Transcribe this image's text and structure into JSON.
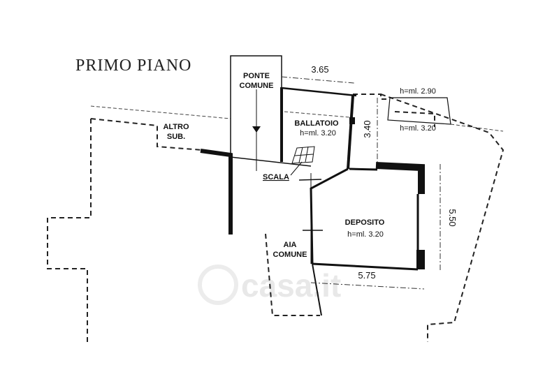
{
  "title": "PRIMO PIANO",
  "rooms": {
    "ponte_comune": [
      "PONTE",
      "COMUNE"
    ],
    "altro_sub": [
      "ALTRO",
      "SUB."
    ],
    "ballatoio": {
      "name": "BALLATOIO",
      "height": "h=ml.  3.20"
    },
    "scala": "SCALA",
    "deposito": {
      "name": "DEPOSITO",
      "height": "h=ml.  3.20"
    },
    "aia_comune": [
      "AIA",
      "COMUNE"
    ]
  },
  "heights": {
    "upper": "h=ml.  2.90",
    "lower": "h=ml.  3.20"
  },
  "dimensions": {
    "d1": "3.65",
    "d2": "3.40",
    "d3": "5.50",
    "d4": "5.75"
  },
  "watermark": "casa.it"
}
